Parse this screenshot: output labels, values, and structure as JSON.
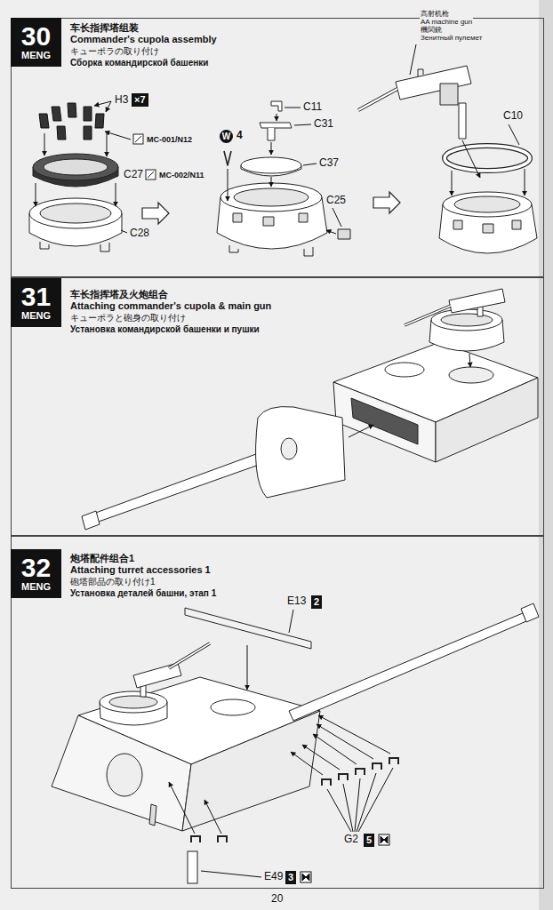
{
  "diagram": {
    "nodes": [
      {
        "text": [
          "车长指挥塔组装",
          "Commander's cupola assembly",
          "キューポラの取り付け",
          "Сборка командирской башенки"
        ]
      },
      {
        "text": [
          "30",
          "MENG"
        ],
        "in": 0
      },
      {
        "text": [
          "车长指挥塔及火炮组合",
          "Attaching commander's cupola & main gun",
          "キューポラと砲身の取り付け",
          "Установка командирской башенки и пушки"
        ]
      },
      {
        "text": [
          "31",
          "MENG"
        ],
        "in": 2
      },
      {
        "text": [
          "炮塔配件组合1",
          "Attaching turret accessories 1",
          "砲塔部品の取り付け1",
          "Установка деталей башни, этап 1"
        ]
      },
      {
        "text": [
          "32",
          "MENG"
        ],
        "in": 4
      }
    ],
    "labels": [
      "H3",
      "×7",
      "MC-001/N12",
      "C27",
      "MC-002/N11",
      "C28",
      "W",
      "4",
      "C11",
      "C31",
      "C37",
      "C25",
      "高射机枪",
      "AA machine gun",
      "機関銃",
      "Зенитный пулемет",
      "C10",
      "E13",
      "2",
      "G2",
      "5",
      "E49",
      "3",
      "20"
    ]
  }
}
